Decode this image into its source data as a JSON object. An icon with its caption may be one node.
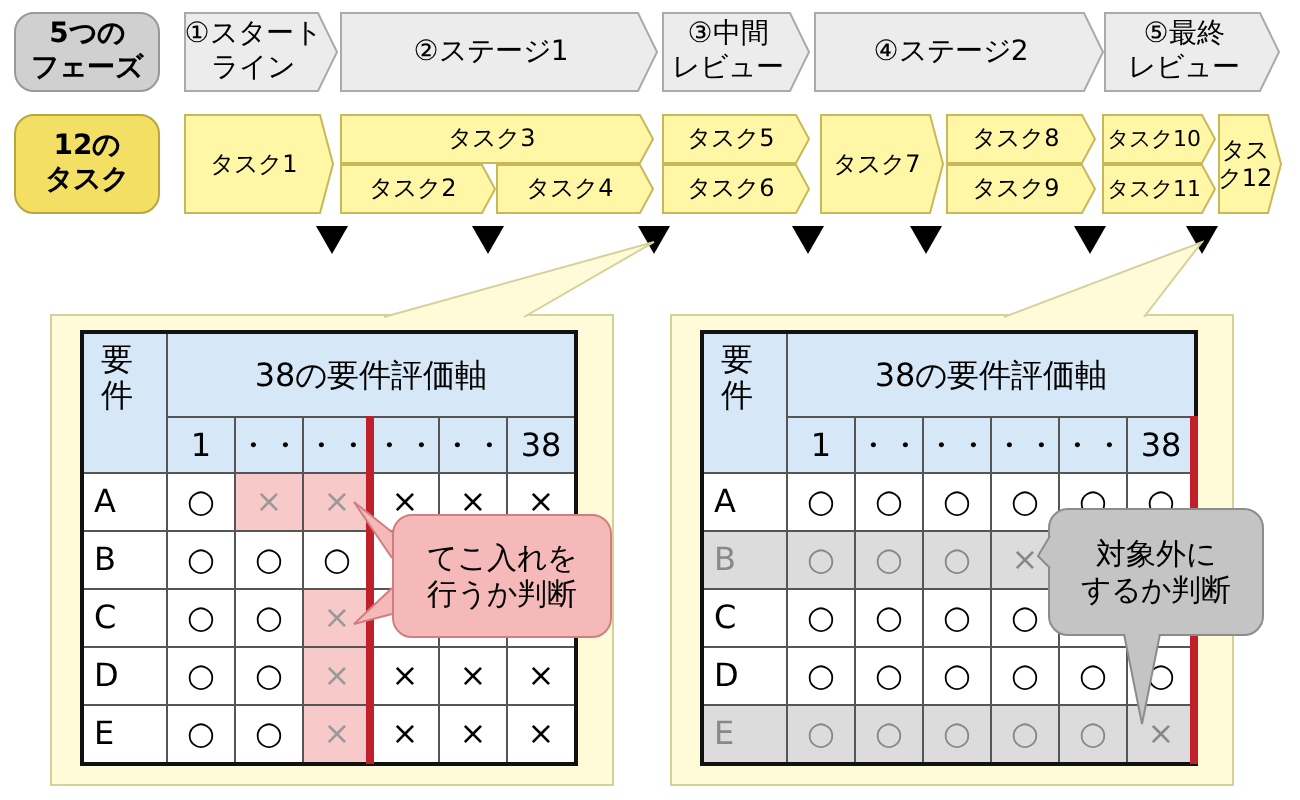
{
  "diagram": {
    "nodes": [
      {
        "text": [
          "5つのフェーズ"
        ]
      },
      {
        "text": [
          "①スタートライン"
        ]
      },
      {
        "text": [
          "②ステージ1"
        ]
      },
      {
        "text": [
          "③中間レビュー"
        ]
      },
      {
        "text": [
          "④ステージ2"
        ]
      },
      {
        "text": [
          "⑤最終レビュー"
        ]
      },
      {
        "text": [
          "12のタスク"
        ]
      },
      {
        "text": [
          "タスク1"
        ]
      },
      {
        "text": [
          "タスク2"
        ]
      },
      {
        "text": [
          "タスク3"
        ]
      },
      {
        "text": [
          "タスク4"
        ]
      },
      {
        "text": [
          "タスク5"
        ]
      },
      {
        "text": [
          "タスク6"
        ]
      },
      {
        "text": [
          "タスク7"
        ]
      },
      {
        "text": [
          "タスク8"
        ]
      },
      {
        "text": [
          "タスク9"
        ]
      },
      {
        "text": [
          "タスク10"
        ]
      },
      {
        "text": [
          "タスク11"
        ]
      },
      {
        "text": [
          "タスク12"
        ]
      },
      {
        "text": [],
        "shape": "box"
      },
      {
        "text": [
          "てこ入れを行うか判断"
        ],
        "in": 19
      },
      {
        "text": [],
        "shape": "box"
      },
      {
        "text": [
          "対象外にするか判断"
        ]
      }
    ],
    "labels": [
      "要件",
      "38の要件評価軸",
      "1",
      "・・",
      "・・",
      "・・",
      "・・",
      "38",
      "A",
      "○",
      "×",
      "×",
      "×",
      "×",
      "×",
      "B",
      "○",
      "○",
      "○",
      "C",
      "○",
      "○",
      "×",
      "D",
      "○",
      "○",
      "×",
      "×",
      "×",
      "×",
      "E",
      "○",
      "○",
      "×",
      "×",
      "×",
      "×",
      "要件",
      "38の要件評価軸",
      "1",
      "・・",
      "・・",
      "・・",
      "・・",
      "38",
      "A",
      "○",
      "○",
      "○",
      "○",
      "○",
      "○",
      "B",
      "○",
      "○",
      "○",
      "×",
      "C",
      "○",
      "○",
      "○",
      "○",
      "D",
      "○",
      "○",
      "○",
      "○",
      "○",
      "○",
      "E",
      "○",
      "○",
      "○",
      "○",
      "○",
      "×"
    ]
  }
}
